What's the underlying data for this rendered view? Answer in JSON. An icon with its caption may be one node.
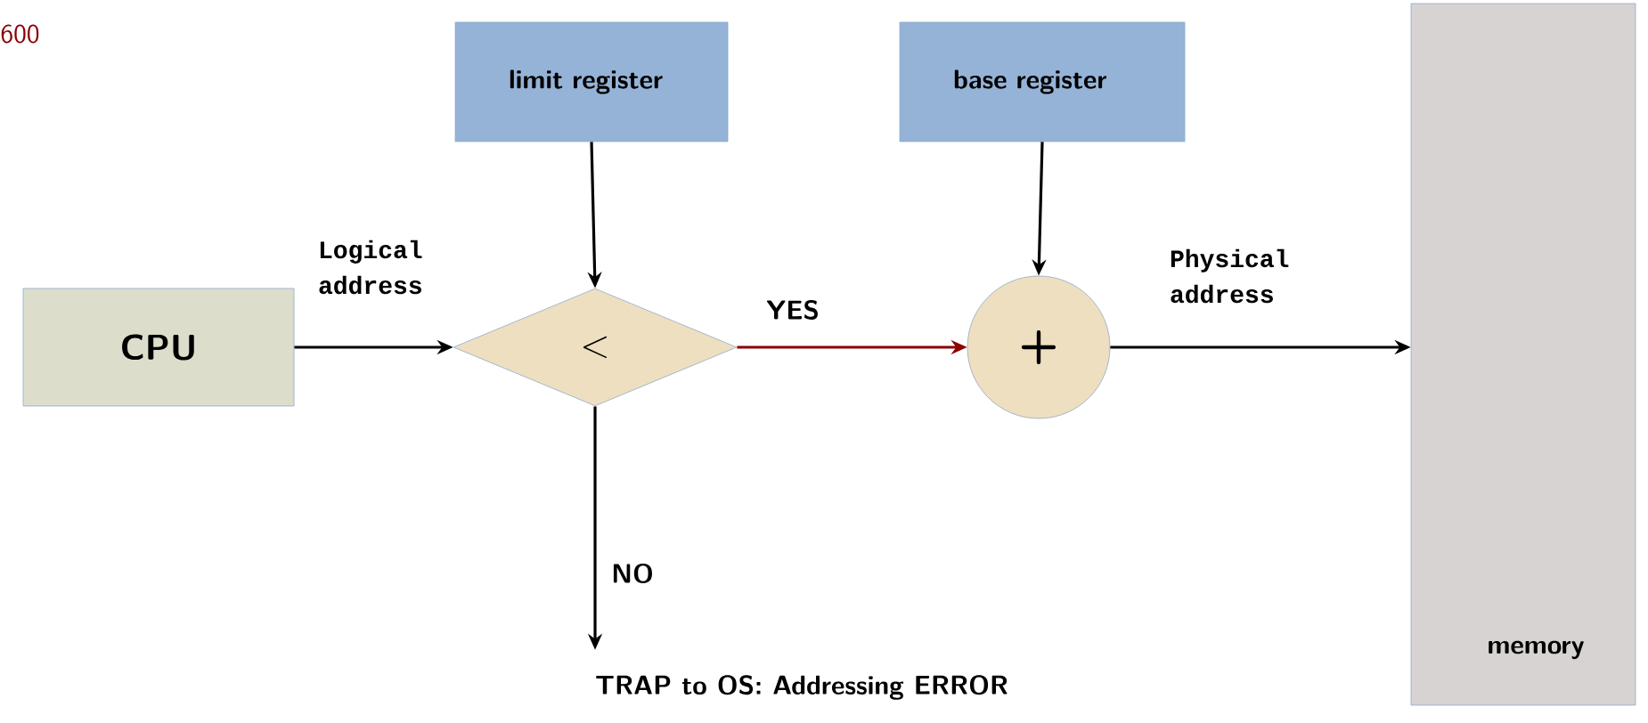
{
  "diagram": {
    "nodes": [
      {
        "text": [
          "CPU"
        ]
      },
      {
        "text": [
          "limit register"
        ]
      },
      {
        "text": [
          "base register"
        ]
      },
      {
        "text": [
          "<"
        ]
      },
      {
        "text": [
          "+"
        ]
      },
      {
        "text": [
          "memory"
        ]
      },
      {
        "text": [
          "TRAP to OS: Addressing ERROR"
        ]
      }
    ],
    "edges": [
      {
        "from": 0,
        "to": 3,
        "arrow": "to",
        "label": "Logical address"
      },
      {
        "from": 1,
        "to": 3,
        "arrow": "to"
      },
      {
        "from": 2,
        "to": 4,
        "arrow": "to"
      },
      {
        "from": 3,
        "to": 4,
        "arrow": "to",
        "label": "YES",
        "color": "#8b0000"
      },
      {
        "from": 4,
        "to": 5,
        "arrow": "to",
        "label": "Physical address"
      },
      {
        "from": 3,
        "to": 6,
        "arrow": "to",
        "label": "NO"
      }
    ],
    "labels": [
      "600"
    ]
  }
}
